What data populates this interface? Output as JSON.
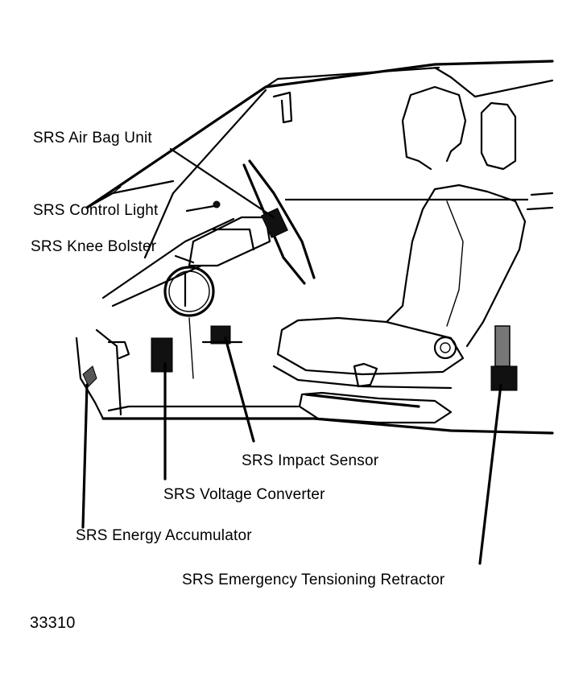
{
  "labels": {
    "air_bag_unit": "SRS Air Bag Unit",
    "control_light": "SRS Control Light",
    "knee_bolster": "SRS Knee Bolster",
    "impact_sensor": "SRS Impact Sensor",
    "voltage_converter": "SRS Voltage Converter",
    "energy_accumulator": "SRS Energy Accumulator",
    "tensioning_retractor": "SRS Emergency Tensioning Retractor"
  },
  "figure_number": "33310",
  "colors": {
    "line": "#000000",
    "background": "#ffffff"
  }
}
